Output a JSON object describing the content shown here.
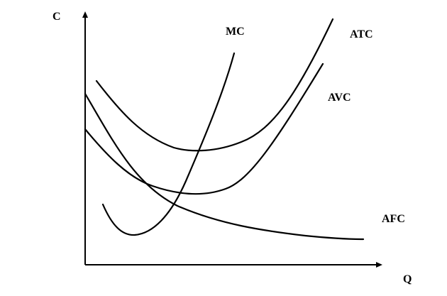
{
  "diagram": {
    "axes": {
      "y_label": "C",
      "x_label": "Q"
    },
    "curves": [
      {
        "id": "mc",
        "label": "MC"
      },
      {
        "id": "atc",
        "label": "ATC"
      },
      {
        "id": "avc",
        "label": "AVC"
      },
      {
        "id": "afc",
        "label": "AFC"
      }
    ],
    "colors": {
      "ink": "#000000",
      "background": "#ffffff"
    }
  }
}
